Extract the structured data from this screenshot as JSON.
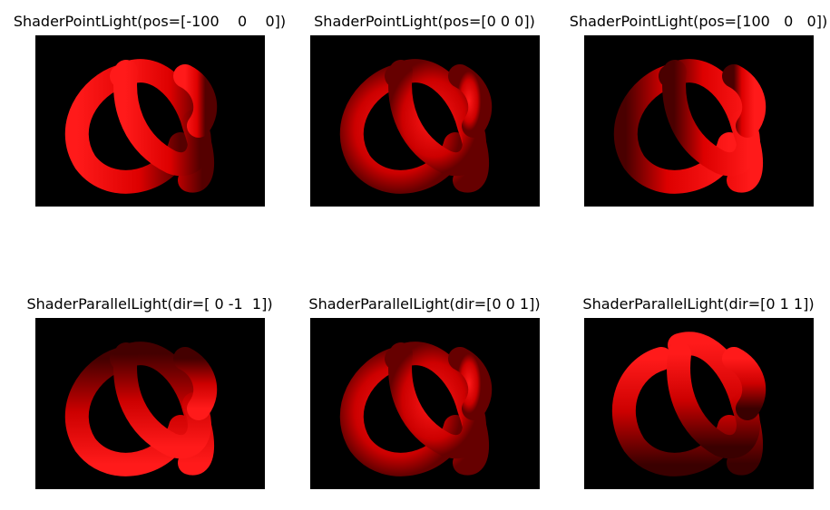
{
  "figure": {
    "background": "#ffffff",
    "torus_color": "#ff0000",
    "panels": [
      {
        "title": "ShaderPointLight(pos=[-100    0    0])",
        "light_side": "left"
      },
      {
        "title": "ShaderPointLight(pos=[0 0 0])",
        "light_side": "center"
      },
      {
        "title": "ShaderPointLight(pos=[100   0   0])",
        "light_side": "right"
      },
      {
        "title": "ShaderParallelLight(dir=[ 0 -1  1])",
        "light_side": "bottom"
      },
      {
        "title": "ShaderParallelLight(dir=[0 0 1])",
        "light_side": "center"
      },
      {
        "title": "ShaderParallelLight(dir=[0 1 1])",
        "light_side": "top"
      }
    ]
  }
}
